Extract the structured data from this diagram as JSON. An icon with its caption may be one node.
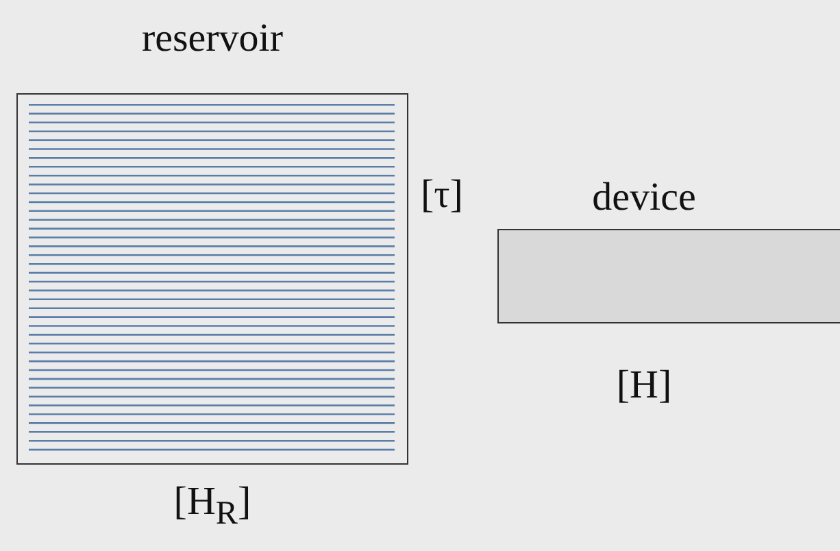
{
  "diagram": {
    "nodes": [
      {
        "text": [
          "reservoir"
        ],
        "beside": [
          "[τ]",
          "[H$_{R}$]"
        ]
      },
      {
        "text": [
          "device"
        ],
        "beside": [
          "[H]"
        ]
      }
    ]
  }
}
